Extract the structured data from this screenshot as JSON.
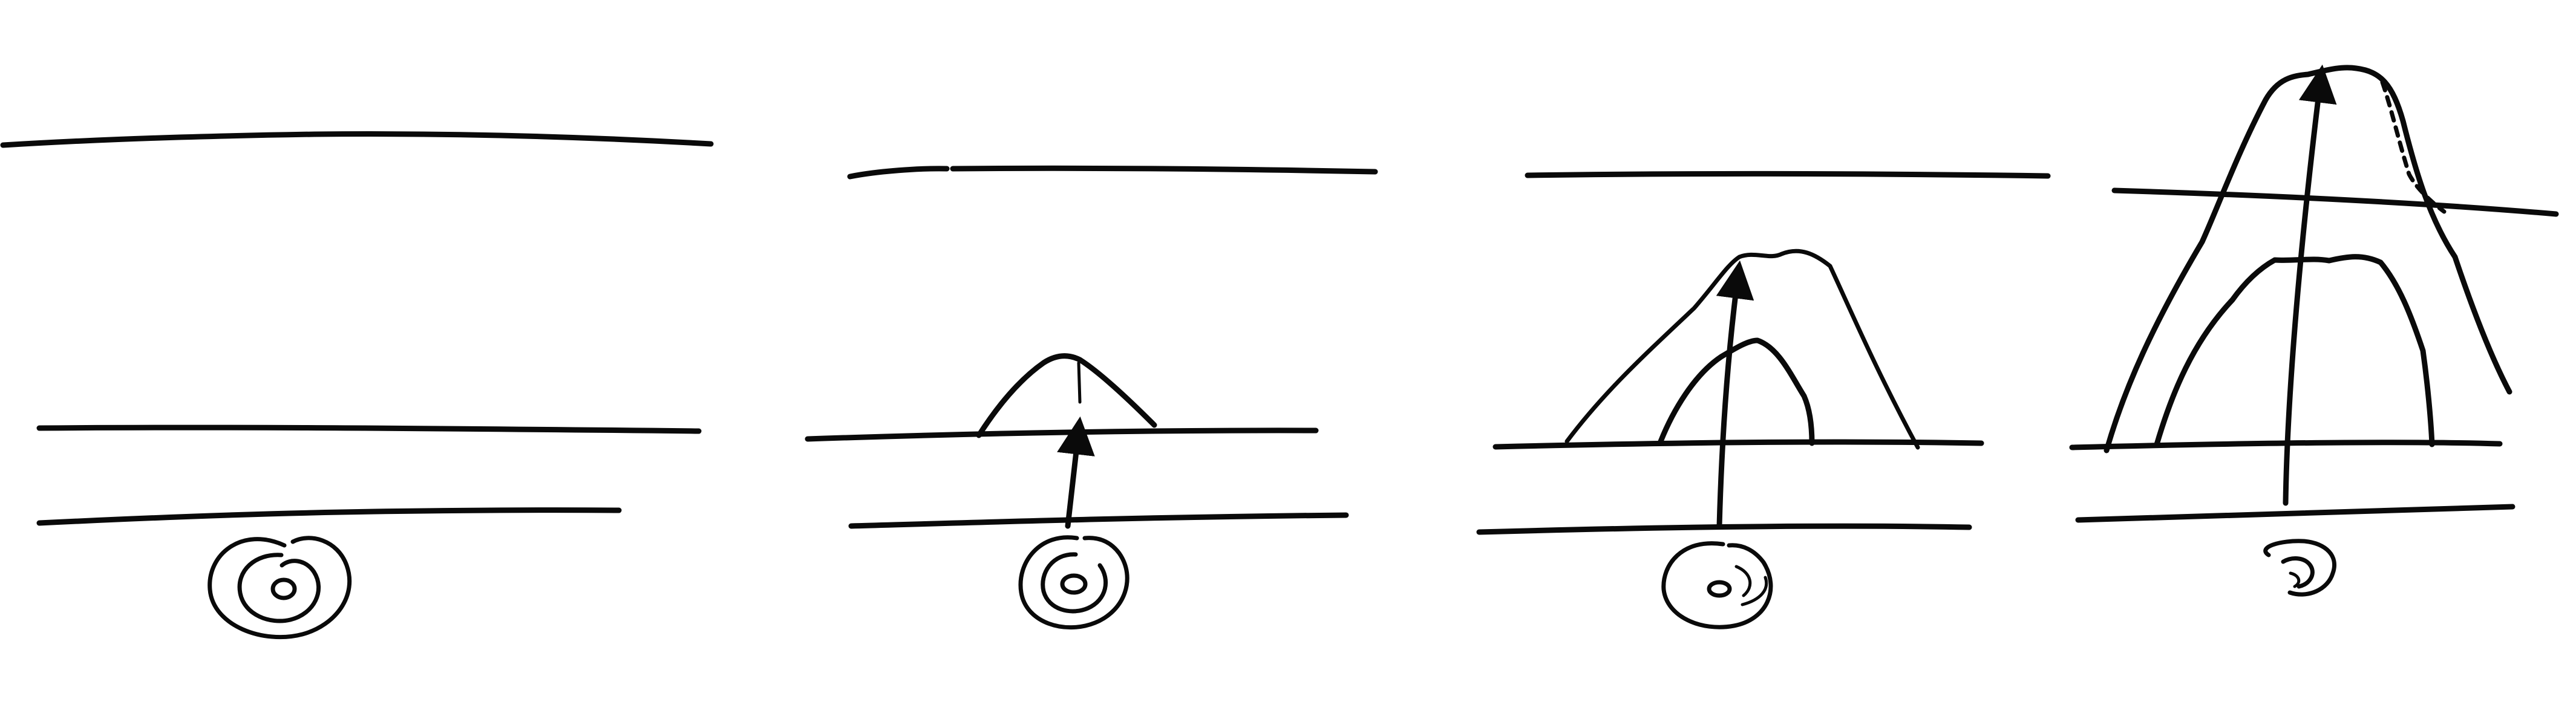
{
  "diagram": {
    "stage_count": 4,
    "colors": {
      "background": "#ffffff",
      "ink": "#0a0a0a"
    },
    "stages": [
      {
        "id": "stage-1",
        "elements": [
          "upper-boundary-line",
          "middle-boundary-line",
          "lower-boundary-line",
          "spiral-symbol"
        ]
      },
      {
        "id": "stage-2",
        "elements": [
          "upper-boundary-line",
          "middle-boundary-line",
          "lower-boundary-line",
          "small-mound",
          "upward-arrow",
          "spiral-symbol"
        ]
      },
      {
        "id": "stage-3",
        "elements": [
          "upper-boundary-line",
          "middle-boundary-line",
          "lower-boundary-line",
          "inner-mound",
          "outer-mound",
          "upward-arrow",
          "spiral-symbol"
        ]
      },
      {
        "id": "stage-4",
        "elements": [
          "upper-boundary-line",
          "middle-boundary-line",
          "lower-boundary-line",
          "inner-mound",
          "outer-mound",
          "upward-arrow",
          "spiral-symbol"
        ]
      }
    ]
  }
}
